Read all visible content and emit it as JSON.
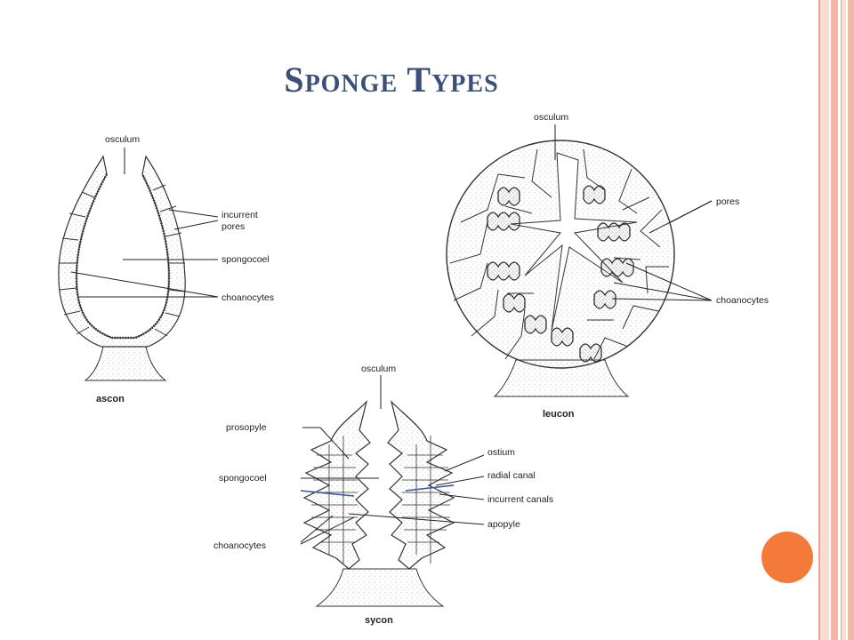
{
  "slide": {
    "title": "Sponge Types",
    "colors": {
      "title": "#3a4f7a",
      "frame_light": "#f9dcd2",
      "frame_mid": "#f5b7a5",
      "frame_line": "#f2a090",
      "accent": "#f47a3a",
      "canal_blue": "#3b58a8"
    }
  },
  "ascon": {
    "caption": "ascon",
    "labels": {
      "osculum": "osculum",
      "incurrent_pores": [
        "incurrent",
        "pores"
      ],
      "spongocoel": "spongocoel",
      "choanocytes": "choanocytes"
    }
  },
  "leucon": {
    "caption": "leucon",
    "labels": {
      "osculum": "osculum",
      "pores": "pores",
      "choanocytes": "choanocytes"
    }
  },
  "sycon": {
    "caption": "sycon",
    "labels": {
      "osculum": "osculum",
      "prosopyle": "prosopyle",
      "spongocoel": "spongocoel",
      "choanocytes": "choanocytes",
      "ostium": "ostium",
      "radial_canal": "radial canal",
      "incurrent_canals": "incurrent canals",
      "apopyle": "apopyle"
    }
  }
}
